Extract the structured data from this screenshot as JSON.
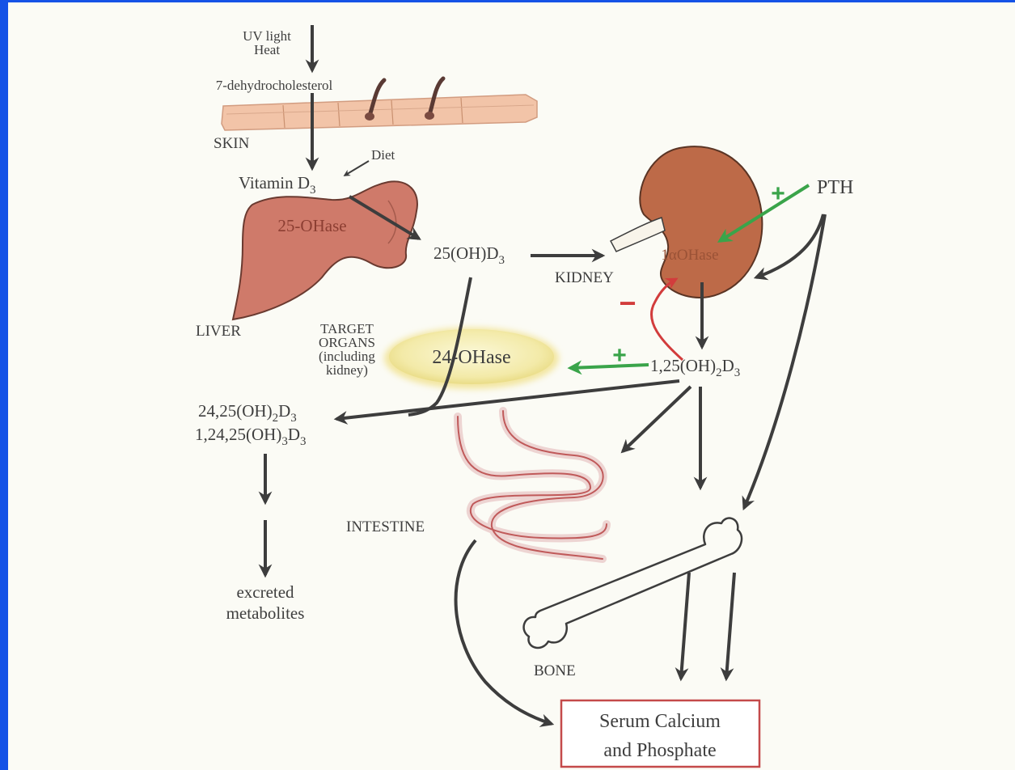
{
  "colors": {
    "frame": "#1552e6",
    "background": "#fbfbf5",
    "liver": "#cf7a6a",
    "kidney": "#bd6a48",
    "skin": "#f2c4a8",
    "enzyme_ellipse": "#f3eaa8",
    "stimulation_green": "#3aa44a",
    "inhibition_red": "#d23c3c",
    "arrow_gray": "#3d3d3d",
    "result_box_border": "#c44a4a"
  },
  "labels": {
    "uv_line1": "UV light",
    "uv_line2": "Heat",
    "precursor": "7-dehydrocholesterol",
    "skin": "SKIN",
    "diet": "Diet",
    "vitamin_d3_base": "Vitamin D",
    "vitamin_d3_sub": "3",
    "liver_enzyme": "25-OHase",
    "liver": "LIVER",
    "calcidiol_base": "25(OH)D",
    "calcidiol_sub": "3",
    "kidney": "KIDNEY",
    "kidney_enzyme": "1αOHase",
    "pth": "PTH",
    "plus_kidney": "+",
    "minus_feedback": "−",
    "target_line1": "TARGET",
    "target_line2": "ORGANS",
    "target_line3": "(including",
    "target_line4": "kidney)",
    "enzyme_24": "24-OHase",
    "plus_24": "+",
    "calcitriol_a": "1,25(OH)",
    "calcitriol_sub2": "2",
    "calcitriol_b": "D",
    "calcitriol_sub3": "3",
    "met1_a": "24,25(OH)",
    "met1_sub2": "2",
    "met1_b": "D",
    "met1_sub3": "3",
    "met2_a": "1,24,25(OH)",
    "met2_sub3a": "3",
    "met2_b": "D",
    "met2_sub3b": "3",
    "excreted_line1": "excreted",
    "excreted_line2": "metabolites",
    "intestine": "INTESTINE",
    "bone": "BONE",
    "serum_line1": "Serum Calcium",
    "serum_line2": "and Phosphate"
  }
}
